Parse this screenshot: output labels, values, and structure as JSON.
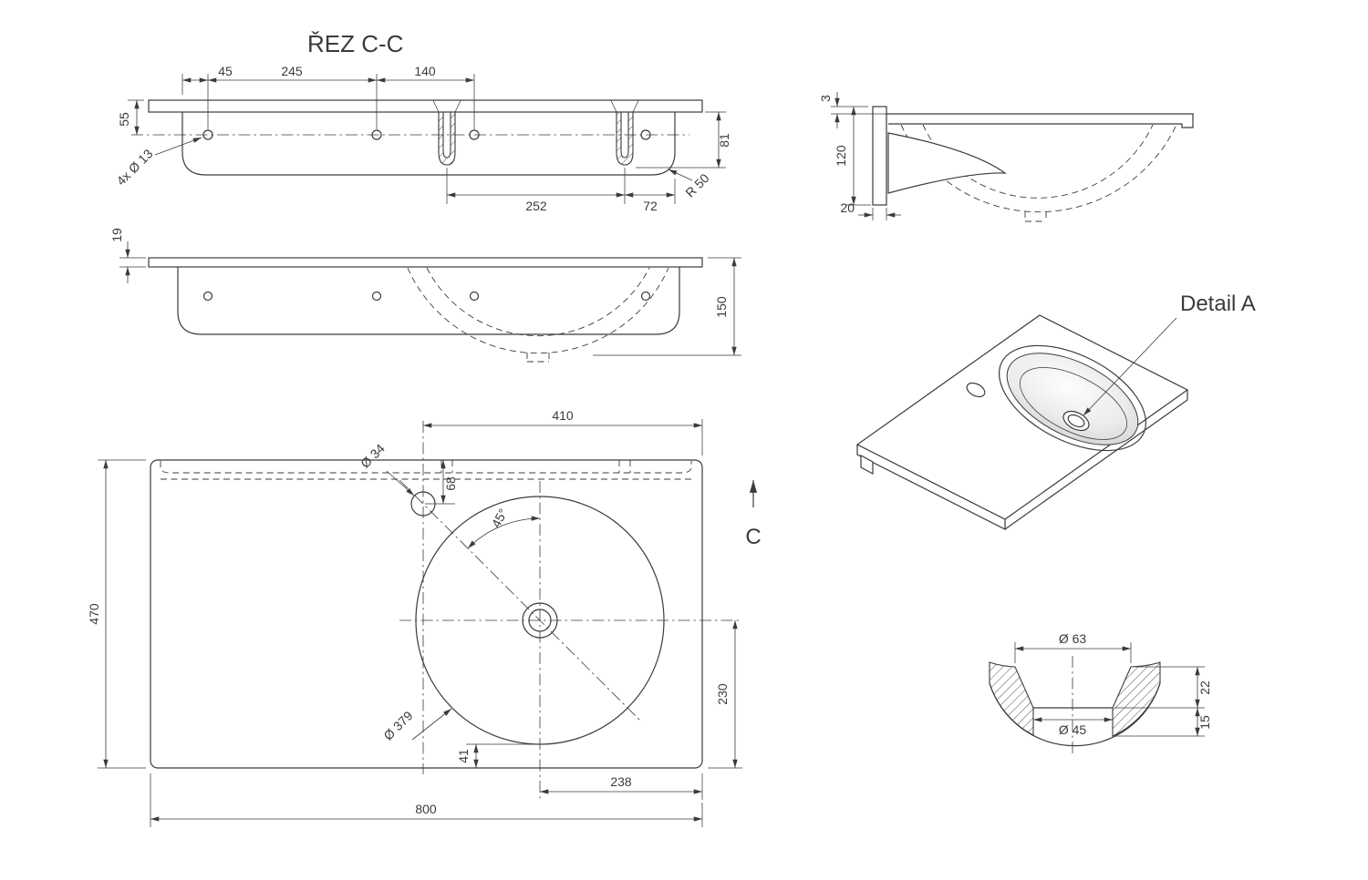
{
  "drawing": {
    "line_color": "#3b3b3b",
    "background": "#ffffff",
    "section_view": {
      "title": "ŘEZ C-C",
      "dim_top_1": "45",
      "dim_top_2": "245",
      "dim_top_3": "140",
      "dim_left": "55",
      "dim_right": "81",
      "note_holes": "4x Ø 13",
      "dim_bottom_1": "252",
      "dim_bottom_2": "72",
      "note_radius": "R 50"
    },
    "front_view": {
      "dim_thickness": "19",
      "dim_height": "150"
    },
    "plan_view": {
      "dim_top": "410",
      "note_faucet": "Ø 34",
      "dim_faucet_offset": "68",
      "angle": "45°",
      "dim_left": "470",
      "note_basin": "Ø 379",
      "dim_right": "230",
      "dim_gap": "41",
      "dim_bottom_1": "238",
      "dim_bottom_2": "800",
      "section_letter": "C"
    },
    "profile_view": {
      "dim_lip": "3",
      "dim_height": "120",
      "dim_bracket": "20"
    },
    "iso_view": {
      "detail_label": "Detail A"
    },
    "detail_view": {
      "dim_outer": "Ø 63",
      "dim_inner": "Ø 45",
      "dim_depth": "22",
      "dim_wall": "15"
    }
  }
}
